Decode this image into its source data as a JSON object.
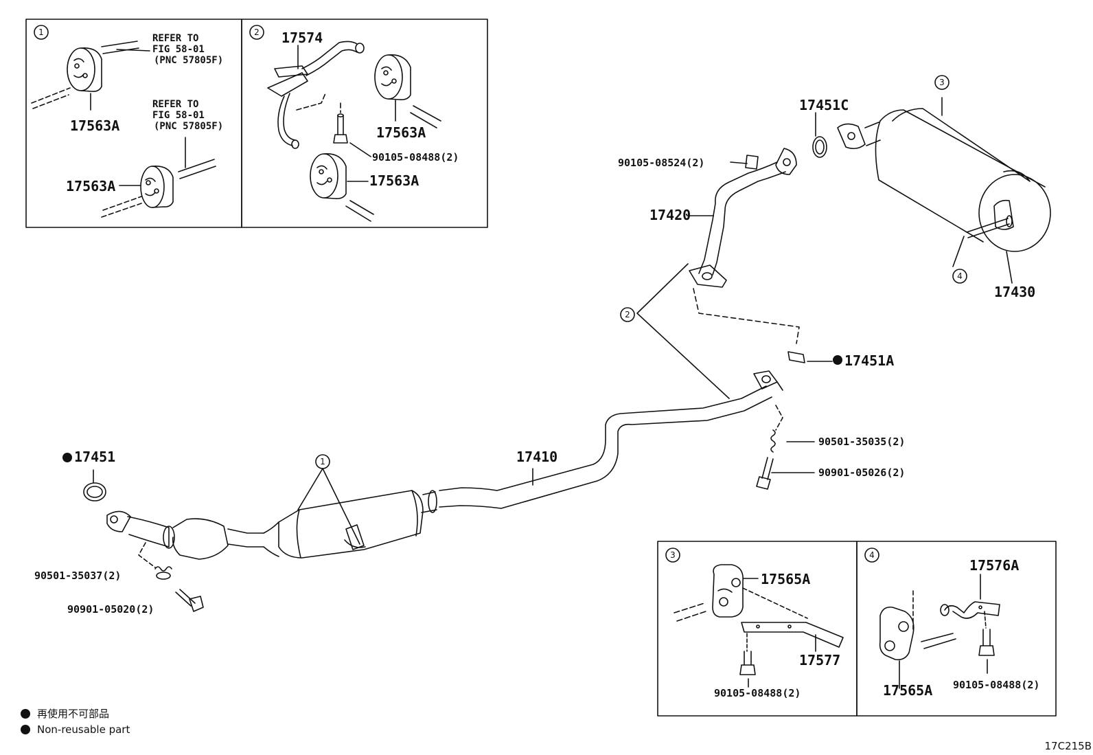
{
  "insets": [
    {
      "num": "1",
      "refer1_l1": "REFER TO",
      "refer1_l2": "FIG 58-01",
      "refer1_l3": "(PNC 57805F)",
      "refer2_l1": "REFER TO",
      "refer2_l2": "FIG 58-01",
      "refer2_l3": "(PNC 57805F)",
      "part_a": "17563A",
      "part_b": "17563A"
    },
    {
      "num": "2",
      "bracket": "17574",
      "hanger_a": "17563A",
      "bolt": "90105-08488(2)",
      "hanger_b": "17563A"
    },
    {
      "num": "3",
      "hanger": "17565A",
      "bracket": "17577",
      "bolt": "90105-08488(2)"
    },
    {
      "num": "4",
      "bracket": "17576A",
      "bolt": "90105-08488(2)",
      "hanger": "17565A"
    }
  ],
  "main": {
    "front_gasket": "17451",
    "front_spring": "90501-35037(2)",
    "front_bolt": "90901-05020(2)",
    "front_pipe": "17410",
    "center_spring": "90501-35035(2)",
    "center_bolt": "90901-05026(2)",
    "center_gasket": "17451A",
    "center_pipe": "17420",
    "flange_bolt": "90105-08524(2)",
    "tail_gasket": "17451C",
    "muffler": "17430",
    "callout_1": "1",
    "callout_2": "2",
    "callout_3": "3",
    "callout_4": "4"
  },
  "legend": {
    "symbol": "filled-circle-icon",
    "line_jp": "再使用不可部品",
    "line_en": "Non-reusable part"
  },
  "figure_code": "17C215B"
}
